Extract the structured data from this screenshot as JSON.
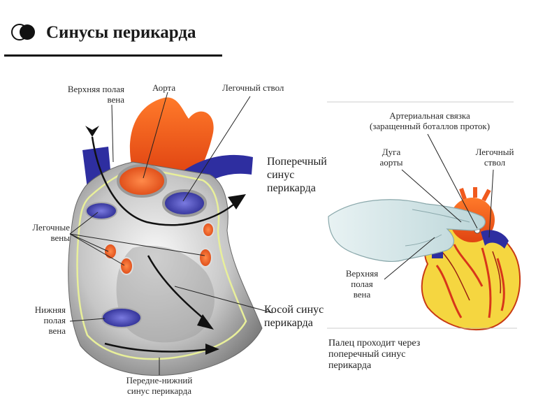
{
  "title": "Синусы перикарда",
  "left_labels": {
    "svc": [
      "Верхняя полая",
      "вена"
    ],
    "aorta": "Аорта",
    "pulmonary_trunk": "Легочный ствол",
    "transverse_sinus": [
      "Поперечный",
      "синус",
      "перикарда"
    ],
    "pulmonary_veins": [
      "Легочные",
      "вены"
    ],
    "ivc": [
      "Нижняя",
      "полая",
      "вена"
    ],
    "oblique_sinus": [
      "Косой синус",
      "перикарда"
    ],
    "anteroinferior_sinus": [
      "Передне-нижний",
      "синус перикарда"
    ]
  },
  "right_labels": {
    "ligamentum": [
      "Артериальная связка",
      "(заращенный боталлов проток)"
    ],
    "aortic_arch": [
      "Дуга",
      "аорты"
    ],
    "pulmonary_trunk": [
      "Легочный",
      "ствол"
    ],
    "svc": [
      "Верхняя",
      "полая",
      "вена"
    ],
    "caption": [
      "Палец проходит через",
      "поперечный синус",
      "перикарда"
    ]
  },
  "colors": {
    "artery": "#f05a1e",
    "vein": "#2e2ea0",
    "pericardium": "#e8ef9a",
    "sinus_gray": "#b9b9b9",
    "dark_gray": "#555555",
    "glove": "#d4e6e8"
  }
}
